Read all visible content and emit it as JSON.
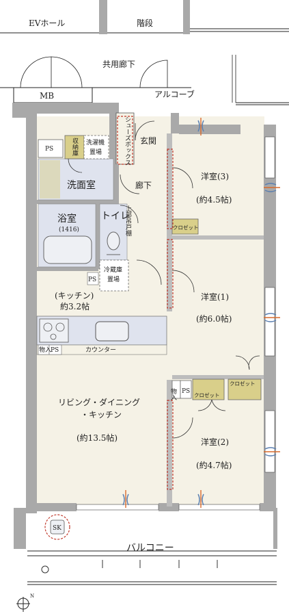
{
  "labels": {
    "ev_hall": "EVホール",
    "stairs": "階段",
    "common_corridor": "共用廊下",
    "mb": "MB",
    "alcove": "アルコーブ",
    "shoe_box": "シューズボックス",
    "entrance": "玄関",
    "ps": "PS",
    "storage": "収納庫",
    "washer_line1": "洗濯機",
    "washer_line2": "置場",
    "washroom": "洗面室",
    "corridor": "廊下",
    "bath": "浴室",
    "bath_size": "(1416)",
    "toilet": "トイレ",
    "upper_cabinet": "上部吊戸棚",
    "fridge_line1": "冷蔵庫",
    "fridge_line2": "置場",
    "kitchen_line1": "(キッチン)",
    "kitchen_line2": "約3.2帖",
    "storage_small": "物入",
    "counter": "カウンター",
    "ldk_line1": "リビング・ダイニング",
    "ldk_line2": "・キッチン",
    "ldk_area": "(約13.5帖)",
    "room3": "洋室(3)",
    "room3_area": "(約4.5帖)",
    "closet": "クロゼット",
    "room1": "洋室(1)",
    "room1_area": "(約6.0帖)",
    "room2": "洋室(2)",
    "room2_area": "(約4.7帖)",
    "sk": "SK",
    "balcony": "バルコニー"
  },
  "colors": {
    "wall": "#a9a9a9",
    "floor": "#f5f2e6",
    "wet_area": "#dfe3ee",
    "fixture_fill": "#eef0f4",
    "furniture": "#d9cf8a",
    "pipe_marks": "#d96a2b",
    "ac_marks": "#5a7fb0",
    "dashed_red": "#c0392b"
  }
}
